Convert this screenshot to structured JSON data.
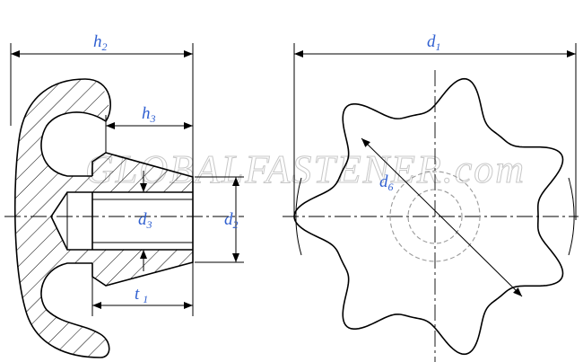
{
  "watermark": "GLOBALFASTENER.com",
  "colors": {
    "line": "#000000",
    "label": "#2f5fd0",
    "hidden_circle": "#9a9a9a",
    "watermark": "#c8c8c8"
  },
  "labels": {
    "h2": {
      "main": "h",
      "sub": "2"
    },
    "h3": {
      "main": "h",
      "sub": "3"
    },
    "d3": {
      "main": "d",
      "sub": "3"
    },
    "d2": {
      "main": "d",
      "sub": "2"
    },
    "t1": {
      "main": "t",
      "sub": "1"
    },
    "d1": {
      "main": "d",
      "sub": "1"
    },
    "d6": {
      "main": "d",
      "sub": "6"
    }
  }
}
